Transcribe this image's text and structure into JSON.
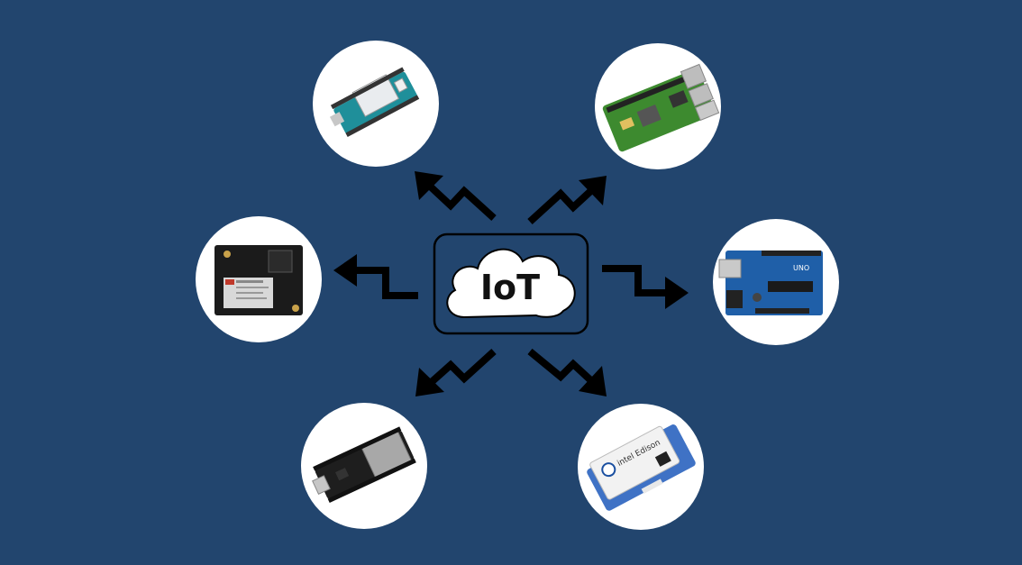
{
  "center": {
    "label": "IoT"
  },
  "colors": {
    "background": "#22456e",
    "arrow": "#000000",
    "node": "#ffffff"
  },
  "devices": [
    {
      "name": "arduino-mkr-board",
      "icon": "arduino-mkr-board-icon"
    },
    {
      "name": "raspberry-pi-board",
      "icon": "raspberry-pi-board-icon"
    },
    {
      "name": "ublox-cellular-module",
      "icon": "cellular-module-icon"
    },
    {
      "name": "arduino-uno-board",
      "icon": "arduino-uno-board-icon",
      "printed_text": "UNO"
    },
    {
      "name": "esp32-dev-board",
      "icon": "esp32-board-icon"
    },
    {
      "name": "intel-edison-board",
      "icon": "intel-edison-board-icon",
      "printed_text": "intel Edison"
    }
  ]
}
